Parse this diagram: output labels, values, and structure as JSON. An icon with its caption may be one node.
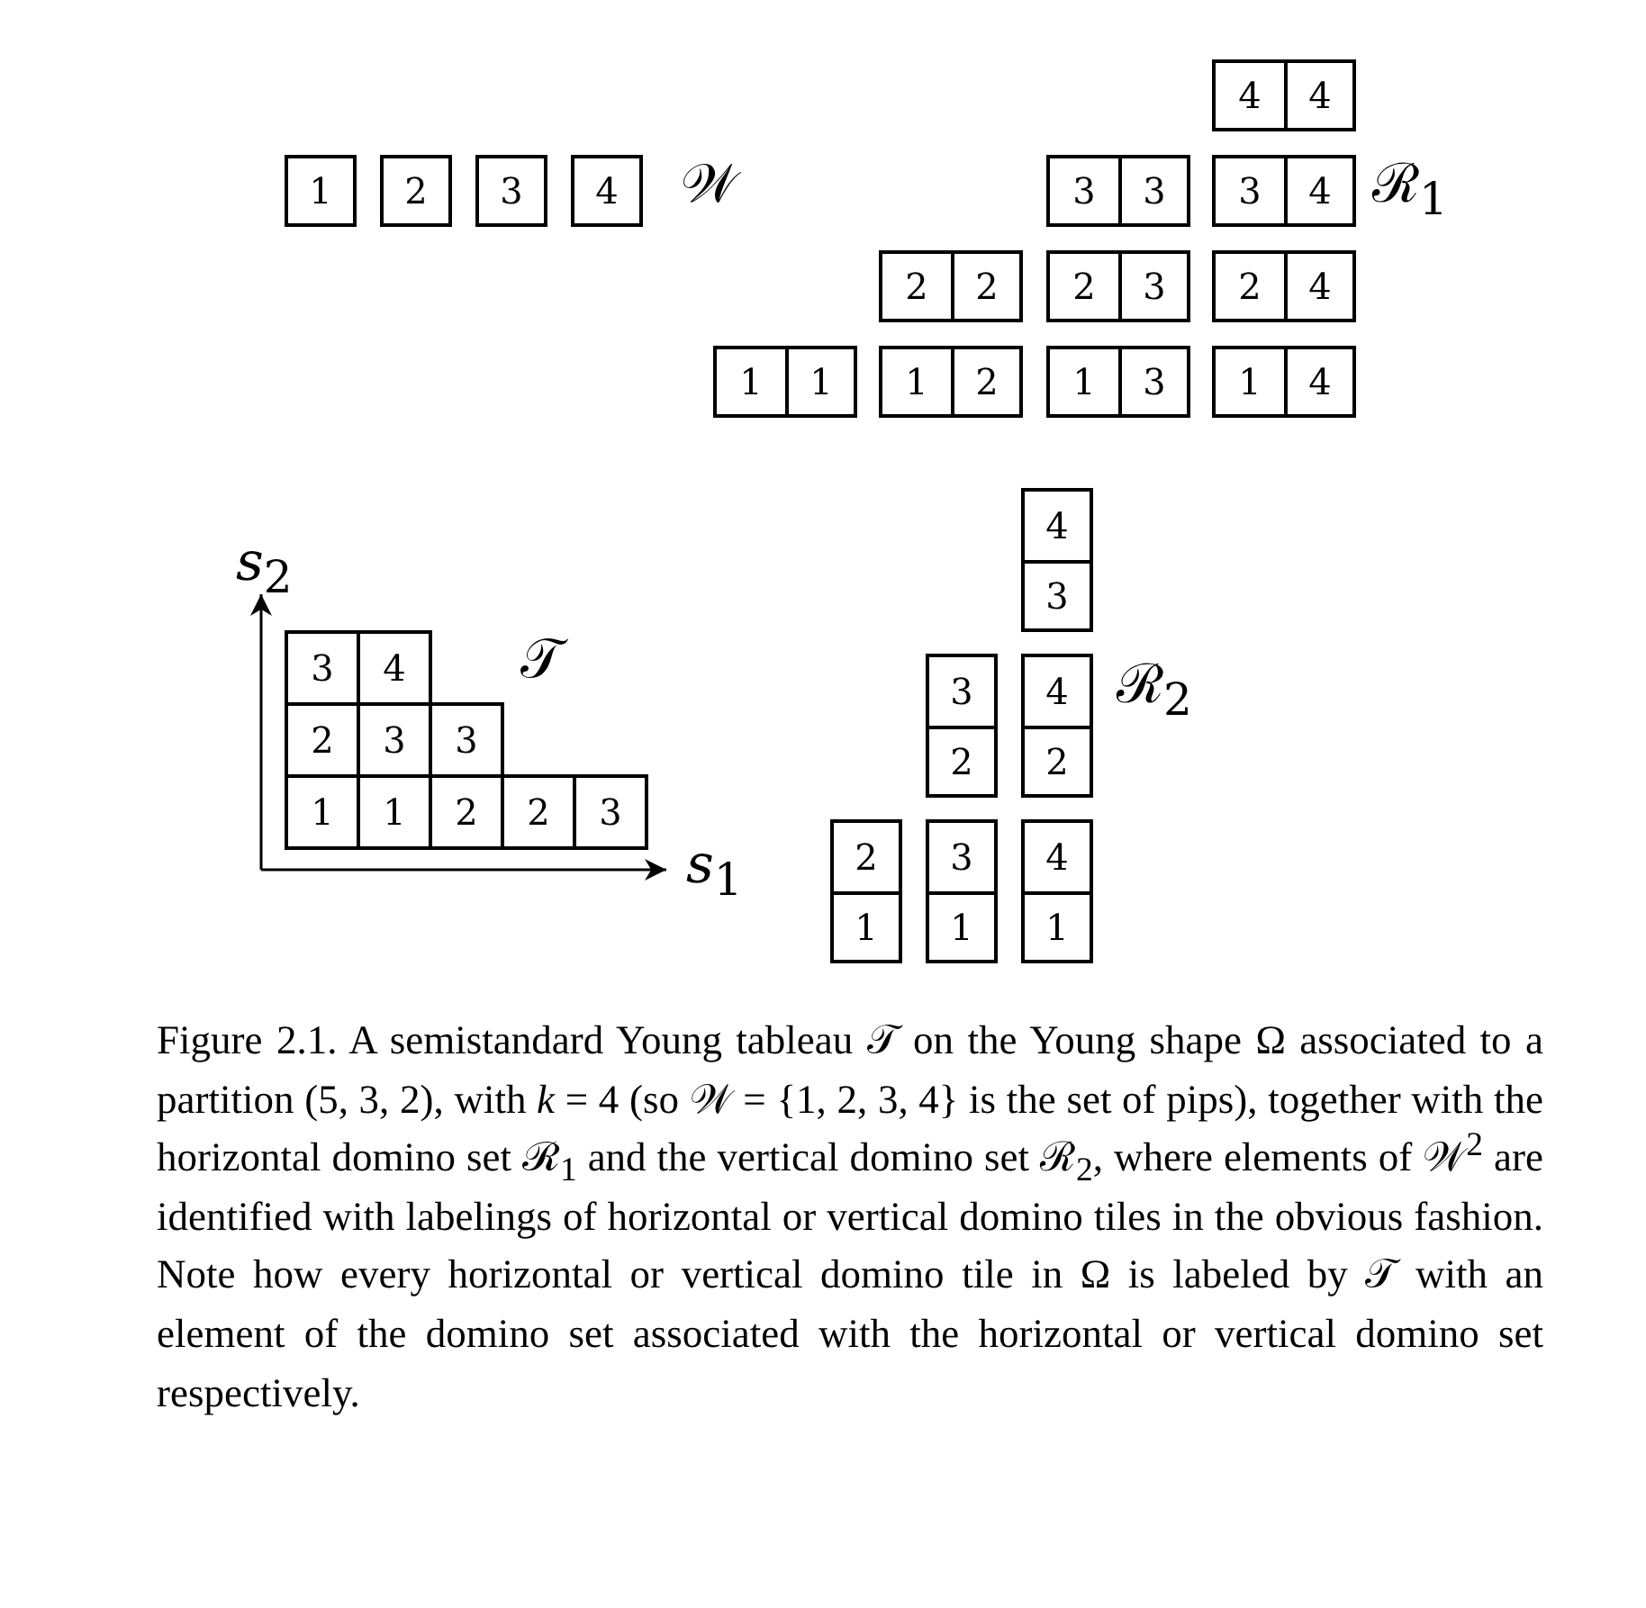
{
  "diagram": {
    "caption": "Figure 2.1. A semistandard Young tableau 𝒯 on the Young shape Ω associated to a partition (5, 3, 2), with *k* = 4 (so 𝒲 = {1, 2, 3, 4} is the set of pips), together with the horizontal domino set ℛ$_{1}$ and the vertical domino set ℛ$_{2}$, where elements of 𝒲$^{2}$ are identified with labelings of horizontal or vertical domino tiles in the obvious fashion. Note how every horizontal or vertical domino tile in Ω is labeled by 𝒯 with an element of the domino set associated with the horizontal or vertical domino set respectively.",
    "nodes": [
      {
        "text": [
          "1"
        ]
      },
      {
        "text": [
          "2"
        ]
      },
      {
        "text": [
          "3"
        ]
      },
      {
        "text": [
          "4"
        ]
      },
      {
        "text": [],
        "shape": "box"
      },
      {
        "text": [
          "4"
        ],
        "in": 4
      },
      {
        "text": [
          "4"
        ],
        "in": 4
      },
      {
        "text": [],
        "shape": "box"
      },
      {
        "text": [
          "3"
        ],
        "in": 7
      },
      {
        "text": [
          "3"
        ],
        "in": 7
      },
      {
        "text": [],
        "shape": "box"
      },
      {
        "text": [
          "3"
        ],
        "in": 10
      },
      {
        "text": [
          "4"
        ],
        "in": 10
      },
      {
        "text": [],
        "shape": "box"
      },
      {
        "text": [
          "2"
        ],
        "in": 13
      },
      {
        "text": [
          "2"
        ],
        "in": 13
      },
      {
        "text": [],
        "shape": "box"
      },
      {
        "text": [
          "2"
        ],
        "in": 16
      },
      {
        "text": [
          "3"
        ],
        "in": 16
      },
      {
        "text": [],
        "shape": "box"
      },
      {
        "text": [
          "2"
        ],
        "in": 19
      },
      {
        "text": [
          "4"
        ],
        "in": 19
      },
      {
        "text": [],
        "shape": "box"
      },
      {
        "text": [
          "1"
        ],
        "in": 22
      },
      {
        "text": [
          "1"
        ],
        "in": 22
      },
      {
        "text": [],
        "shape": "box"
      },
      {
        "text": [
          "1"
        ],
        "in": 25
      },
      {
        "text": [
          "2"
        ],
        "in": 25
      },
      {
        "text": [],
        "shape": "box"
      },
      {
        "text": [
          "1"
        ],
        "in": 28
      },
      {
        "text": [
          "3"
        ],
        "in": 28
      },
      {
        "text": [],
        "shape": "box"
      },
      {
        "text": [
          "1"
        ],
        "in": 31
      },
      {
        "text": [
          "4"
        ],
        "in": 31
      },
      {
        "text": [],
        "shape": "box"
      },
      {
        "text": [
          "4"
        ],
        "in": 34
      },
      {
        "text": [
          "3"
        ],
        "in": 34
      },
      {
        "text": [],
        "shape": "box"
      },
      {
        "text": [
          "3"
        ],
        "in": 37
      },
      {
        "text": [
          "2"
        ],
        "in": 37
      },
      {
        "text": [],
        "shape": "box"
      },
      {
        "text": [
          "4"
        ],
        "in": 40
      },
      {
        "text": [
          "2"
        ],
        "in": 40
      },
      {
        "text": [],
        "shape": "box"
      },
      {
        "text": [
          "2"
        ],
        "in": 43
      },
      {
        "text": [
          "1"
        ],
        "in": 43
      },
      {
        "text": [],
        "shape": "box"
      },
      {
        "text": [
          "3"
        ],
        "in": 46
      },
      {
        "text": [
          "1"
        ],
        "in": 46
      },
      {
        "text": [],
        "shape": "box"
      },
      {
        "text": [
          "4"
        ],
        "in": 49
      },
      {
        "text": [
          "1"
        ],
        "in": 49
      },
      {
        "text": [
          "3"
        ]
      },
      {
        "text": [
          "4"
        ]
      },
      {
        "text": [
          "2"
        ]
      },
      {
        "text": [
          "3"
        ]
      },
      {
        "text": [
          "3"
        ]
      },
      {
        "text": [
          "1"
        ]
      },
      {
        "text": [
          "1"
        ]
      },
      {
        "text": [
          "2"
        ]
      },
      {
        "text": [
          "2"
        ]
      },
      {
        "text": [
          "3"
        ]
      }
    ],
    "labels": [
      "𝒲",
      "ℛ$_{1}$",
      "*s*$_{2}$",
      "𝒯",
      "ℛ$_{2}$",
      "*s*$_{1}$"
    ]
  }
}
